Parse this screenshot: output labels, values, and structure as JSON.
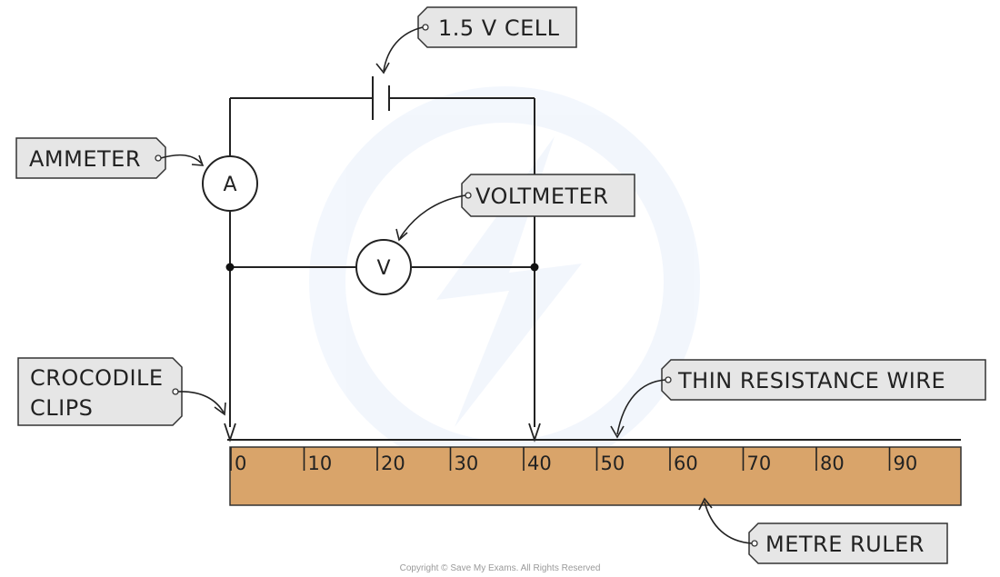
{
  "labels": {
    "cell": "1.5 V CELL",
    "ammeter": "AMMETER",
    "voltmeter": "VOLTMETER",
    "croc_line1": "CROCODILE",
    "croc_line2": "CLIPS",
    "wire": "THIN RESISTANCE WIRE",
    "ruler": "METRE RULER"
  },
  "meters": {
    "ammeter_symbol": "A",
    "voltmeter_symbol": "V"
  },
  "ruler_ticks": [
    "0",
    "10",
    "20",
    "30",
    "40",
    "50",
    "60",
    "70",
    "80",
    "90"
  ],
  "copyright": "Copyright © Save My Exams. All Rights Reserved",
  "colors": {
    "ruler": "#d9a46a",
    "tag": "#e6e6e6",
    "line": "#222222"
  }
}
